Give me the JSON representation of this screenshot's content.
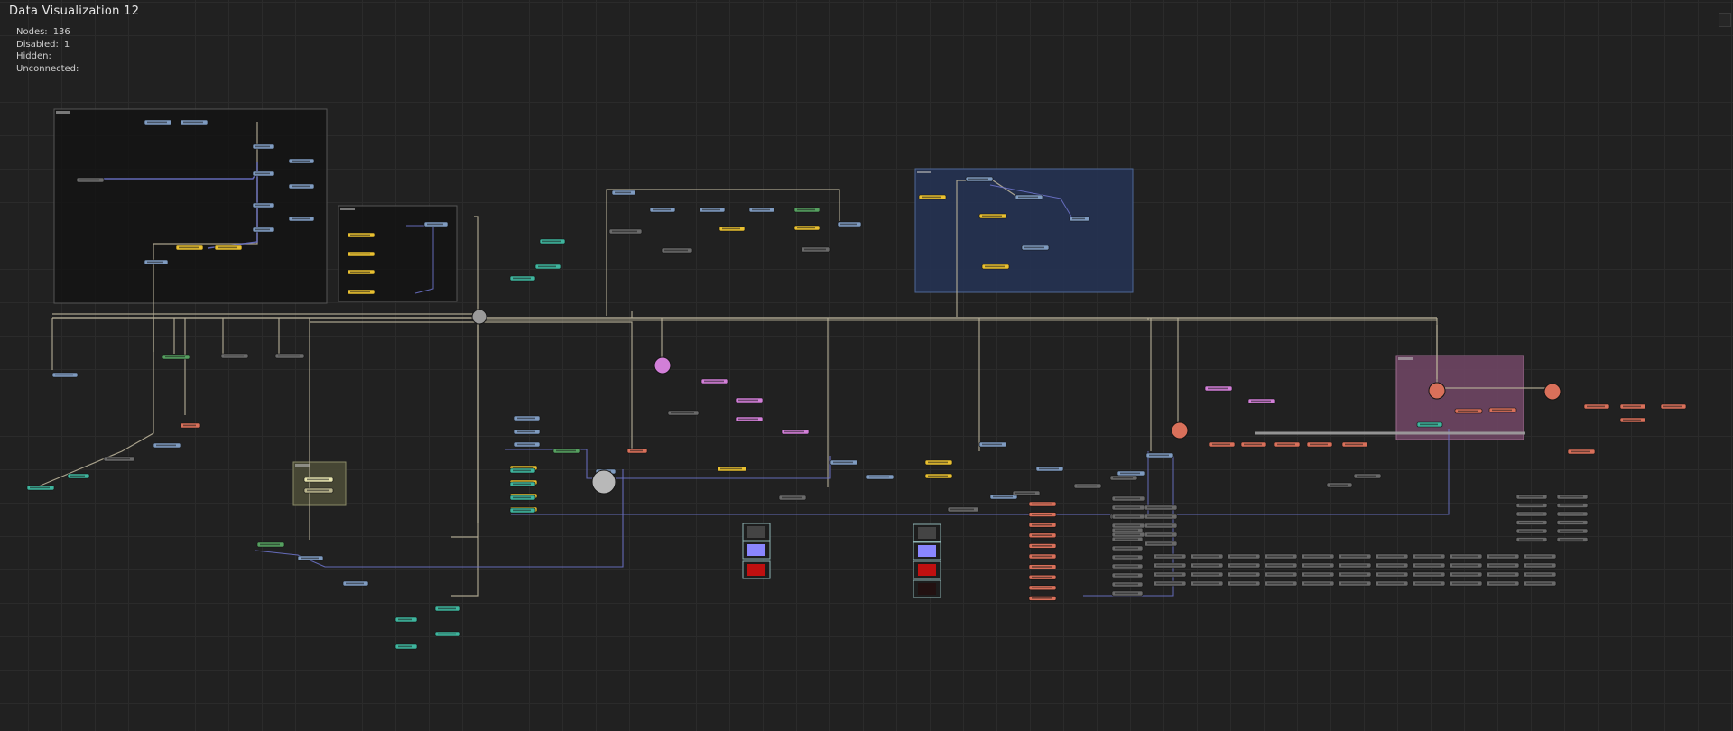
{
  "header": {
    "title": "Data  Visualization  12",
    "stats": [
      {
        "label": "Nodes:",
        "value": "136"
      },
      {
        "label": "Disabled:",
        "value": "1"
      },
      {
        "label": "Hidden:",
        "value": ""
      },
      {
        "label": "Unconnected:",
        "value": ""
      }
    ]
  },
  "colors": {
    "background": "#212121",
    "grid": "#2b2b2b",
    "wire_light": "#b8b098",
    "wire_blue": "#6b72c8",
    "node_blue": "#7f9bc0",
    "node_orange": "#e89a2a",
    "node_yellow": "#e9c031",
    "node_red": "#d9705a",
    "node_pink": "#d27fd8",
    "node_teal": "#3fb59e",
    "node_green": "#56a060",
    "node_gray": "#6a6a6a",
    "group_dark": "#111111",
    "group_blue": "#253252",
    "group_pink": "#6e4563",
    "group_olive": "#4a4a36"
  }
}
